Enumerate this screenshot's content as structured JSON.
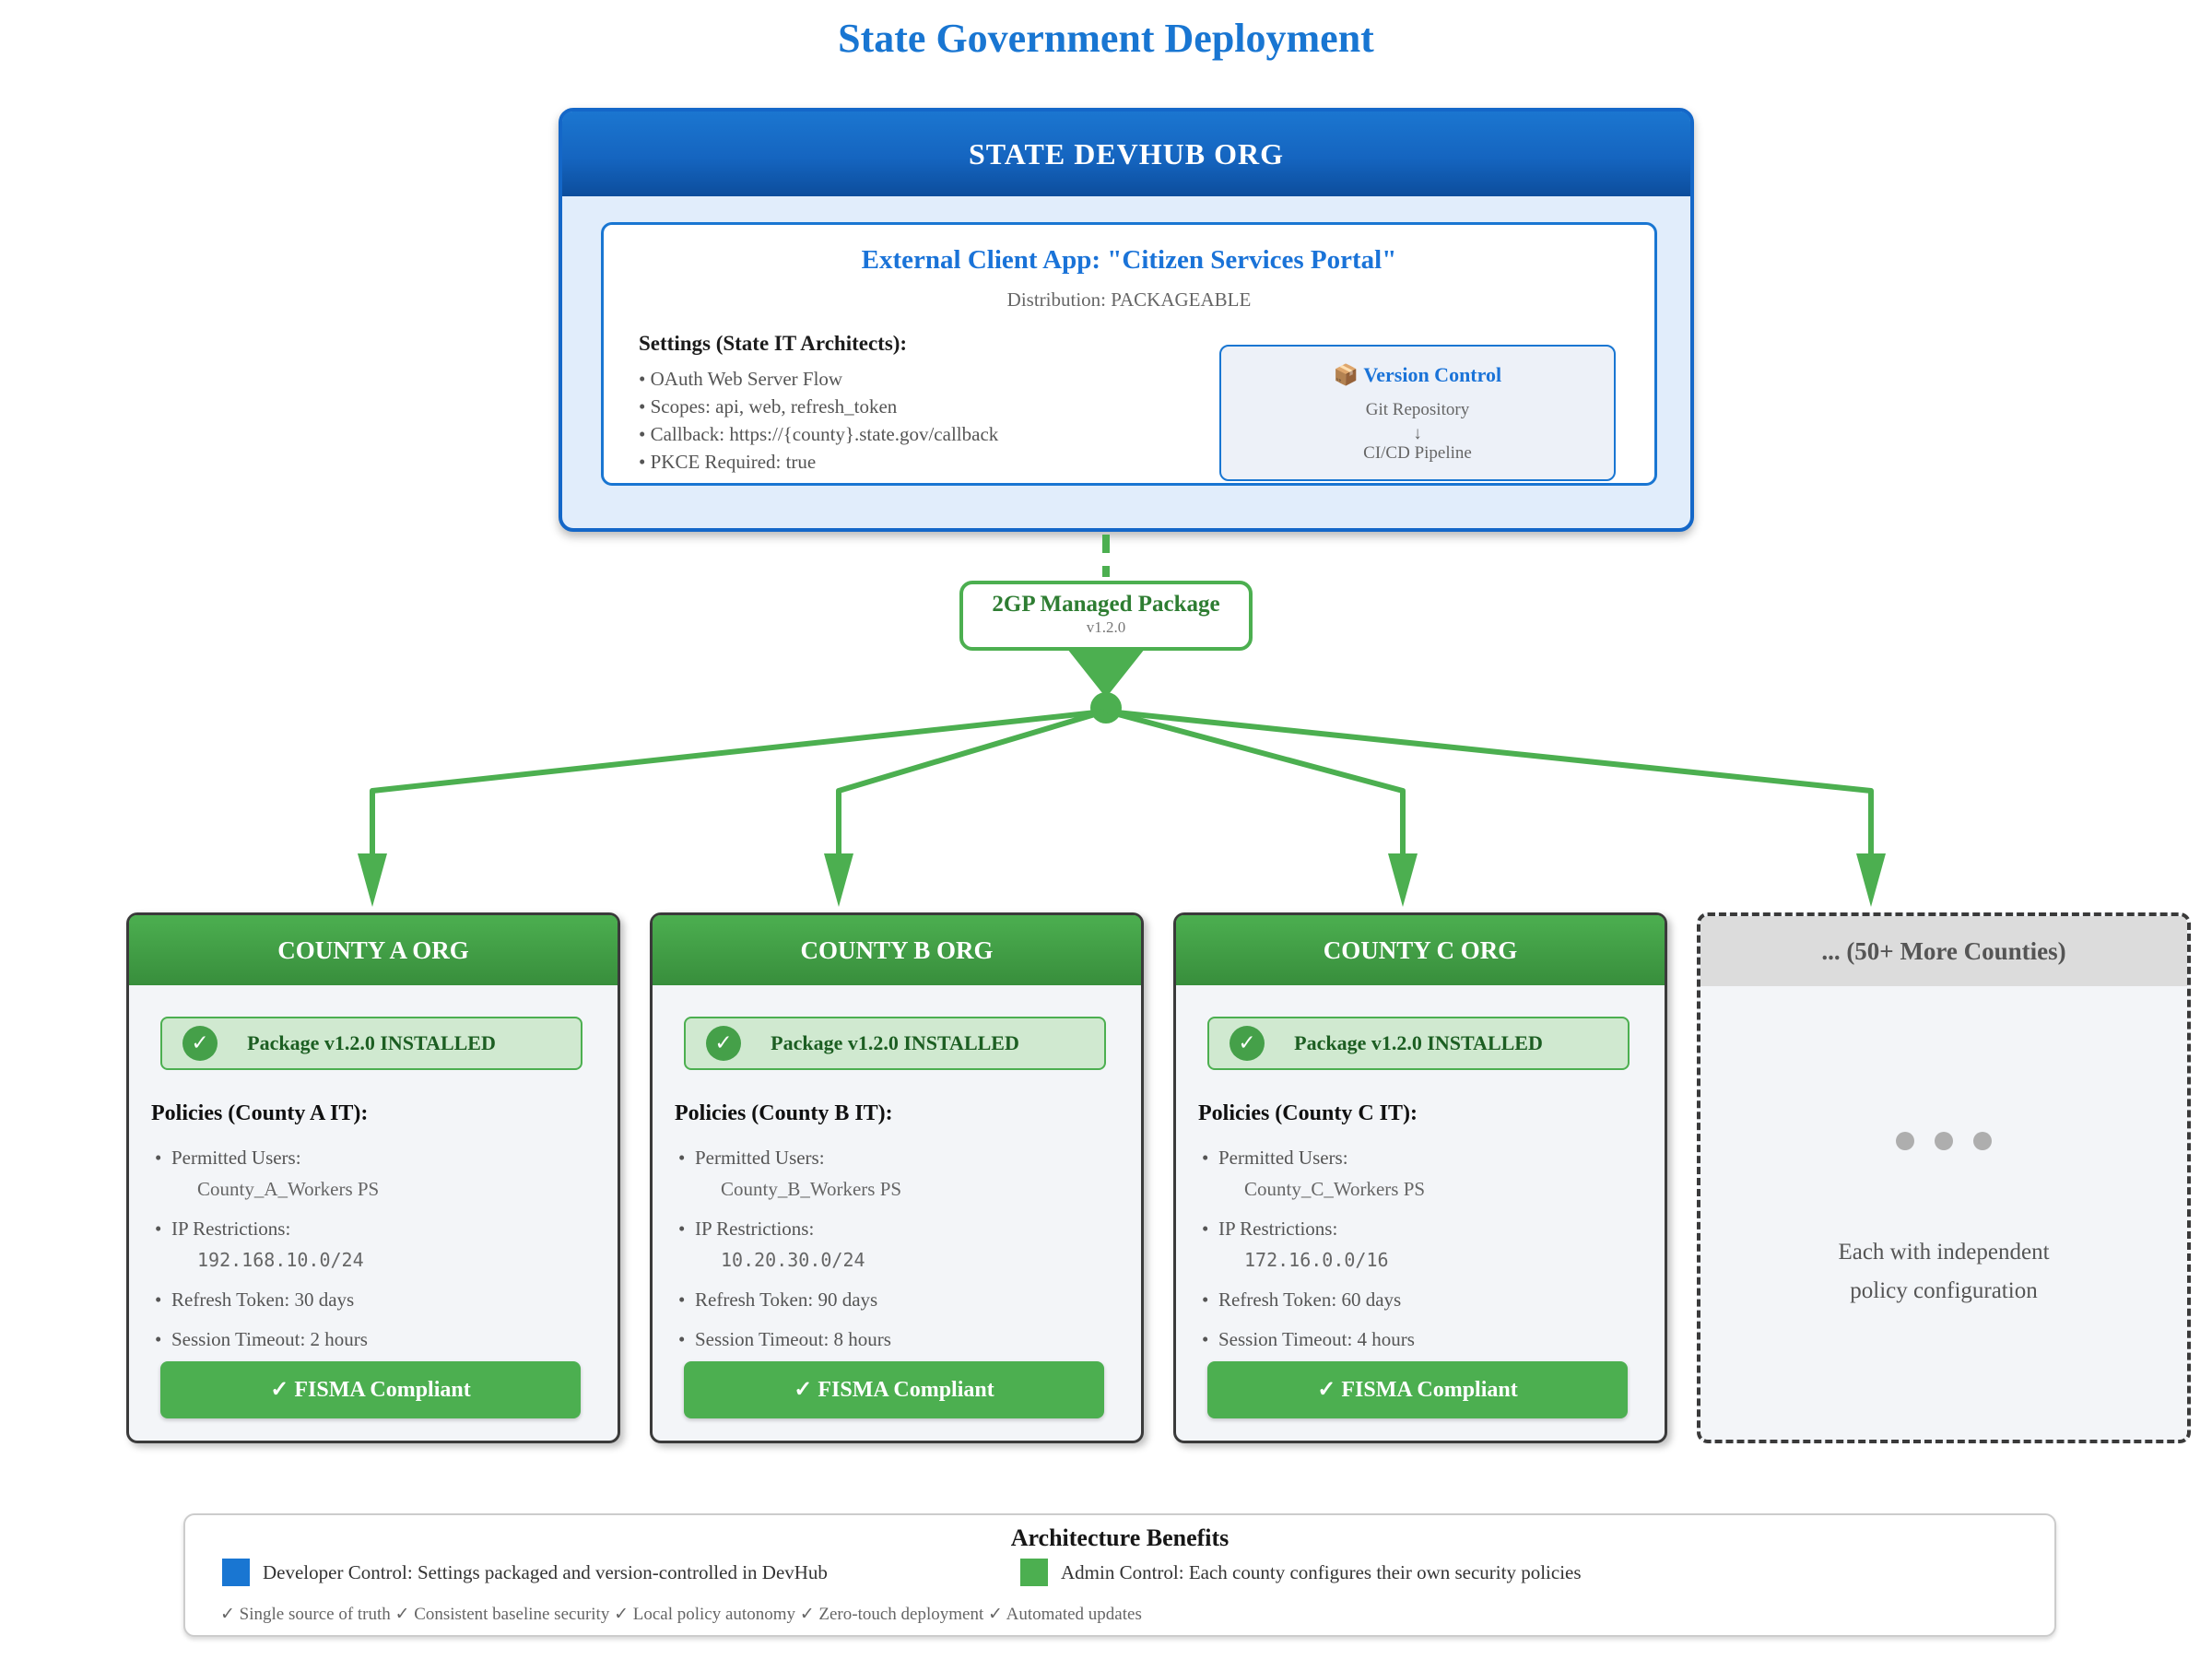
{
  "title": "State Government Deployment",
  "icons": {
    "package": "📦",
    "check": "✓"
  },
  "colors": {
    "primary_blue": "#1976d2",
    "dark_blue": "#0d47a1",
    "primary_green": "#4caf50",
    "dark_green": "#2e7d32",
    "devhub_body_bg": "#e1edfb",
    "badge_bg": "#d0e9d0",
    "county_body_bg": "#f3f5f8",
    "gray_text": "#555555"
  },
  "devhub": {
    "header": "STATE DEVHUB ORG",
    "app": {
      "title": "External Client App: \"Citizen Services Portal\"",
      "distribution": "Distribution: PACKAGEABLE",
      "settings_heading": "Settings (State IT Architects):",
      "settings": [
        "OAuth Web Server Flow",
        "Scopes: api, web, refresh_token",
        "Callback: https://{county}.state.gov/callback",
        "PKCE Required: true"
      ],
      "version_control": {
        "title": "Version Control",
        "lines": [
          "Git Repository",
          "↓",
          "CI/CD Pipeline"
        ]
      }
    }
  },
  "package": {
    "title": "2GP Managed Package",
    "version": "v1.2.0"
  },
  "counties": [
    {
      "header": "COUNTY A ORG",
      "installed": "Package v1.2.0 INSTALLED",
      "policies_heading": "Policies (County A IT):",
      "permitted_label": "Permitted Users:",
      "permitted_value": "County_A_Workers PS",
      "ip_label": "IP Restrictions:",
      "ip_value": "192.168.10.0/24",
      "refresh_token": "Refresh Token: 30 days",
      "session_timeout": "Session Timeout: 2 hours",
      "compliance": "✓ FISMA Compliant"
    },
    {
      "header": "COUNTY B ORG",
      "installed": "Package v1.2.0 INSTALLED",
      "policies_heading": "Policies (County B IT):",
      "permitted_label": "Permitted Users:",
      "permitted_value": "County_B_Workers PS",
      "ip_label": "IP Restrictions:",
      "ip_value": "10.20.30.0/24",
      "refresh_token": "Refresh Token: 90 days",
      "session_timeout": "Session Timeout: 8 hours",
      "compliance": "✓ FISMA Compliant"
    },
    {
      "header": "COUNTY C ORG",
      "installed": "Package v1.2.0 INSTALLED",
      "policies_heading": "Policies (County C IT):",
      "permitted_label": "Permitted Users:",
      "permitted_value": "County_C_Workers PS",
      "ip_label": "IP Restrictions:",
      "ip_value": "172.16.0.0/16",
      "refresh_token": "Refresh Token: 60 days",
      "session_timeout": "Session Timeout: 4 hours",
      "compliance": "✓ FISMA Compliant"
    }
  ],
  "more_counties": {
    "header": "... (50+ More Counties)",
    "note_line1": "Each with independent",
    "note_line2": "policy configuration"
  },
  "benefits": {
    "title": "Architecture Benefits",
    "legend": [
      {
        "swatch_color": "#1976d2",
        "label": "Developer Control: Settings packaged and version-controlled in DevHub"
      },
      {
        "swatch_color": "#4caf50",
        "label": "Admin Control: Each county configures their own security policies"
      }
    ],
    "checklist": "✓ Single source of truth ✓ Consistent baseline security ✓ Local policy autonomy ✓ Zero-touch deployment ✓ Automated updates"
  }
}
